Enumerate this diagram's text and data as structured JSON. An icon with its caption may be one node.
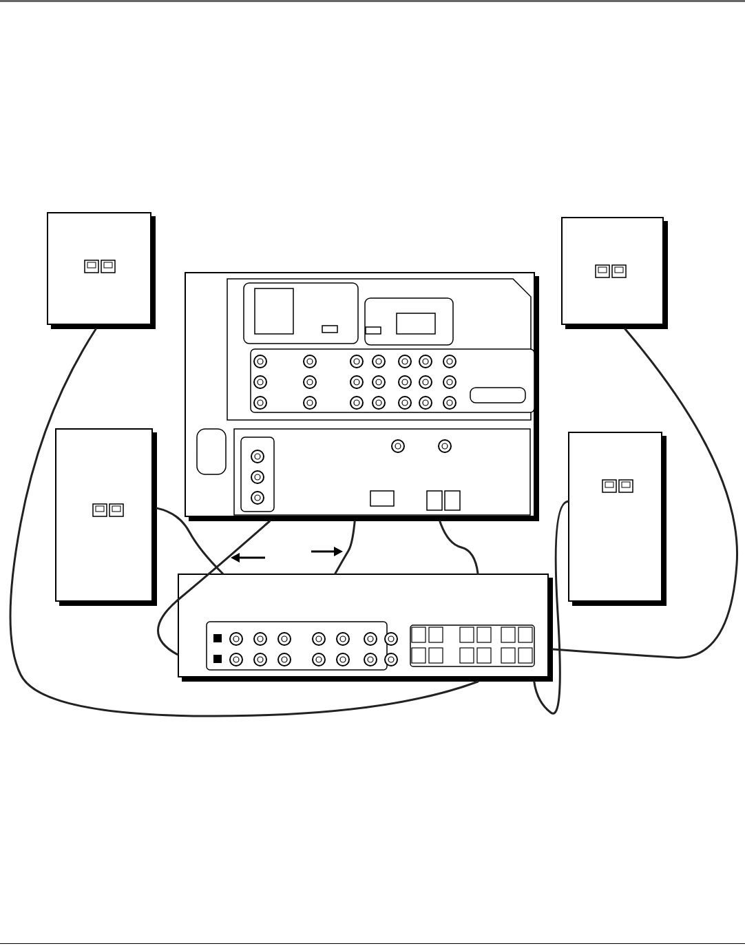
{
  "diagram": {
    "nodes": [
      {
        "text": [],
        "shape": "box"
      },
      {
        "text": [],
        "shape": "box"
      },
      {
        "text": [],
        "shape": "box"
      },
      {
        "text": [],
        "shape": "box"
      },
      {
        "text": [],
        "shape": "picture"
      },
      {
        "text": [],
        "shape": "picture"
      }
    ],
    "edges": [
      {
        "from": 0,
        "to": 5,
        "arrow": "none"
      },
      {
        "from": 1,
        "to": 5,
        "arrow": "none"
      },
      {
        "from": 2,
        "to": 5,
        "arrow": "none"
      },
      {
        "from": 3,
        "to": 5,
        "arrow": "none"
      },
      {
        "from": 4,
        "to": 5,
        "arrow": "none"
      },
      {
        "from": 4,
        "to": 5,
        "arrow": "none"
      },
      {
        "from": 4,
        "to": 5,
        "arrow": "none"
      }
    ]
  }
}
